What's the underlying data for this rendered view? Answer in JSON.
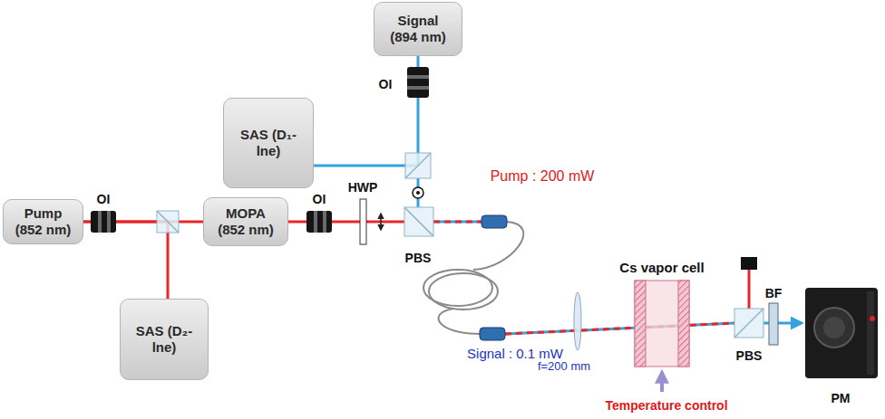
{
  "diagram": {
    "nodes": [
      {
        "text": [
          "Signal (894 nm)"
        ]
      },
      {
        "text": [
          "SAS (D₁-lne)"
        ]
      },
      {
        "text": [
          "Pump (852 nm)"
        ]
      },
      {
        "text": [
          "MOPA (852 nm)"
        ]
      },
      {
        "text": [
          "SAS (D₂-lne)"
        ]
      }
    ],
    "edges": [
      {
        "from": 0,
        "to": 1,
        "arrow": "none"
      },
      {
        "from": 2,
        "to": 3,
        "arrow": "none"
      },
      {
        "from": 2,
        "to": 4,
        "arrow": "none"
      }
    ],
    "labels": [
      "OI",
      "OI",
      "OI",
      "HWP",
      "Pump : 200 mW",
      "PBS",
      "Signal : 0.1 mW",
      "f=200 mm",
      "Cs vapor cell",
      "PBS",
      "BF",
      "PM",
      "Temperature control"
    ]
  }
}
